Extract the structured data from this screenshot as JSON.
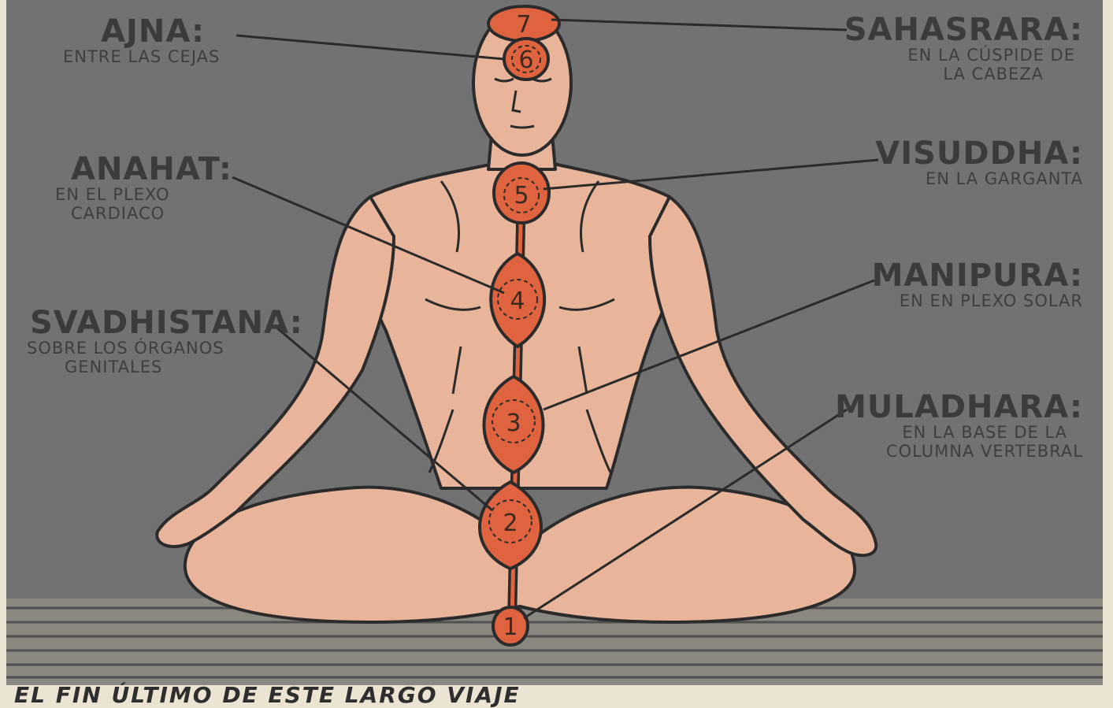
{
  "title": "",
  "chakras": [
    {
      "number": "1",
      "name": "MULADHARA:",
      "description": [
        "EN LA BASE DE LA",
        "COLUMNA VERTEBRAL"
      ]
    },
    {
      "number": "2",
      "name": "SVADHISTANA:",
      "description": [
        "SOBRE LOS ÓRGANOS",
        "GENITALES"
      ]
    },
    {
      "number": "3",
      "name": "MANIPURA:",
      "description": [
        "EN EN PLEXO SOLAR"
      ]
    },
    {
      "number": "4",
      "name": "ANAHAT:",
      "description": [
        "EN EL PLEXO",
        "CARDIACO"
      ]
    },
    {
      "number": "5",
      "name": "VISUDDHA:",
      "description": [
        "EN LA GARGANTA"
      ]
    },
    {
      "number": "6",
      "name": "AJNA:",
      "description": [
        "ENTRE LAS CEJAS"
      ]
    },
    {
      "number": "7",
      "name": "SAHASRARA:",
      "description": [
        "EN LA CÚSPIDE DE",
        "LA CABEZA"
      ]
    }
  ],
  "caption": "EL FIN ÚLTIMO DE ESTE LARGO VIAJE",
  "colors": {
    "background": "#737373",
    "skin": "#e8b59a",
    "chakra": "#e0633f",
    "outline": "#2b2b2b",
    "floor": "#8a8680"
  }
}
